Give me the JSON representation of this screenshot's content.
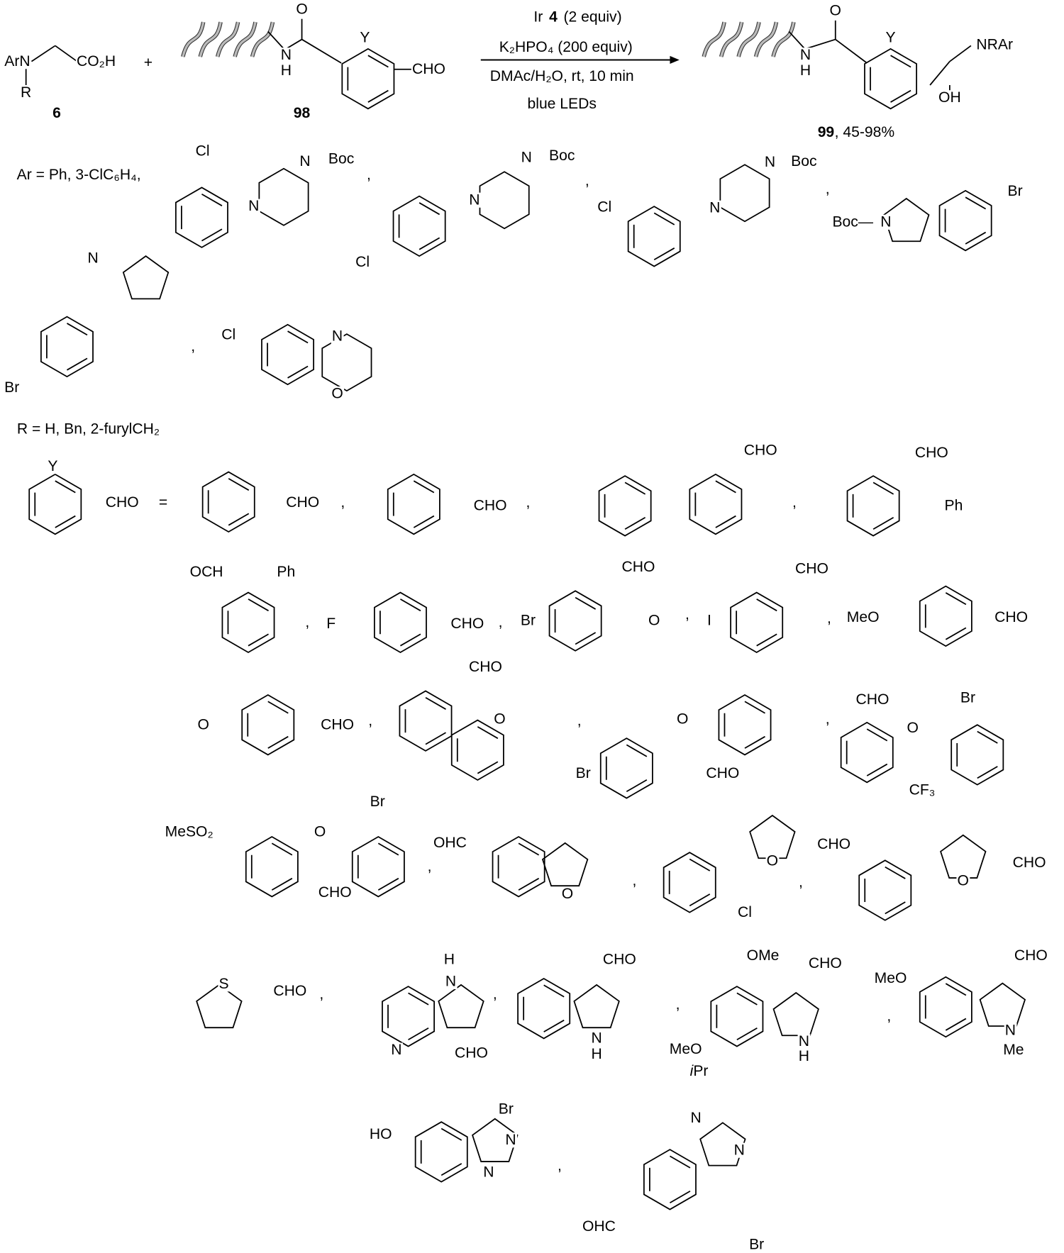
{
  "reaction": {
    "reactant_6": [
      "ArN",
      "CO₂H",
      "R",
      "6"
    ],
    "plus": [
      "+"
    ],
    "reactant_98": [
      "O",
      "N",
      "H",
      "Y",
      "CHO",
      "98"
    ],
    "conditions": [
      "Ir ",
      "4",
      " (2 equiv)",
      "K₂HPO₄ (200 equiv)",
      "DMAc/H₂O, rt, 10 min",
      "blue LEDs"
    ],
    "product_99": [
      "O",
      "N",
      "H",
      "Y",
      "NRAr",
      "OH",
      "99",
      ", 45-98%"
    ]
  },
  "ar_definitions": {
    "row1": [
      "Ar = Ph, 3-ClC₆H₄,",
      "Cl",
      "N",
      "N",
      "Boc",
      ",",
      "N",
      "N",
      "Boc",
      "Cl",
      ",",
      "Cl",
      "N",
      "N",
      "Boc",
      ",",
      "Br",
      "N",
      "Boc—"
    ],
    "row2": [
      "N",
      "Br",
      ",",
      "Cl",
      "N",
      "O"
    ]
  },
  "r_definition": [
    "R = H, Bn, 2-furylCH₂"
  ],
  "aldehyde_definitions": {
    "row1": [
      "Y",
      "CHO",
      "=",
      "CHO",
      ",",
      "CHO",
      ",",
      "CHO",
      ",",
      "CHO",
      "Ph"
    ],
    "row2": [
      "OCH",
      "Ph",
      ",",
      "F",
      "CHO",
      ",",
      "CHO",
      "Br",
      "O",
      ",",
      "I",
      "CHO",
      ",",
      "MeO",
      "CHO"
    ],
    "row3": [
      "O",
      "CHO",
      ",",
      "CHO",
      "O",
      ",",
      "O",
      "Br",
      "CHO",
      ",",
      "CHO",
      "O",
      "Br",
      "CF₃"
    ],
    "row4": [
      "MeSO₂",
      "O",
      "Br",
      "CHO",
      ",",
      "OHC",
      "O",
      ",",
      "CHO",
      "O",
      "Cl",
      ",",
      "CHO",
      "O"
    ],
    "row5": [
      "S",
      "CHO",
      ",",
      "H",
      "N",
      "N",
      "CHO",
      ",",
      "CHO",
      "N",
      "H",
      ",",
      "OMe",
      "CHO",
      "MeO",
      "N",
      "H",
      ",",
      "MeO",
      "CHO",
      "N",
      "Me"
    ],
    "row6": [
      "Br",
      "HO",
      "N",
      "N",
      ",",
      "iPr",
      "N",
      "N",
      "OHC",
      "Br"
    ]
  }
}
